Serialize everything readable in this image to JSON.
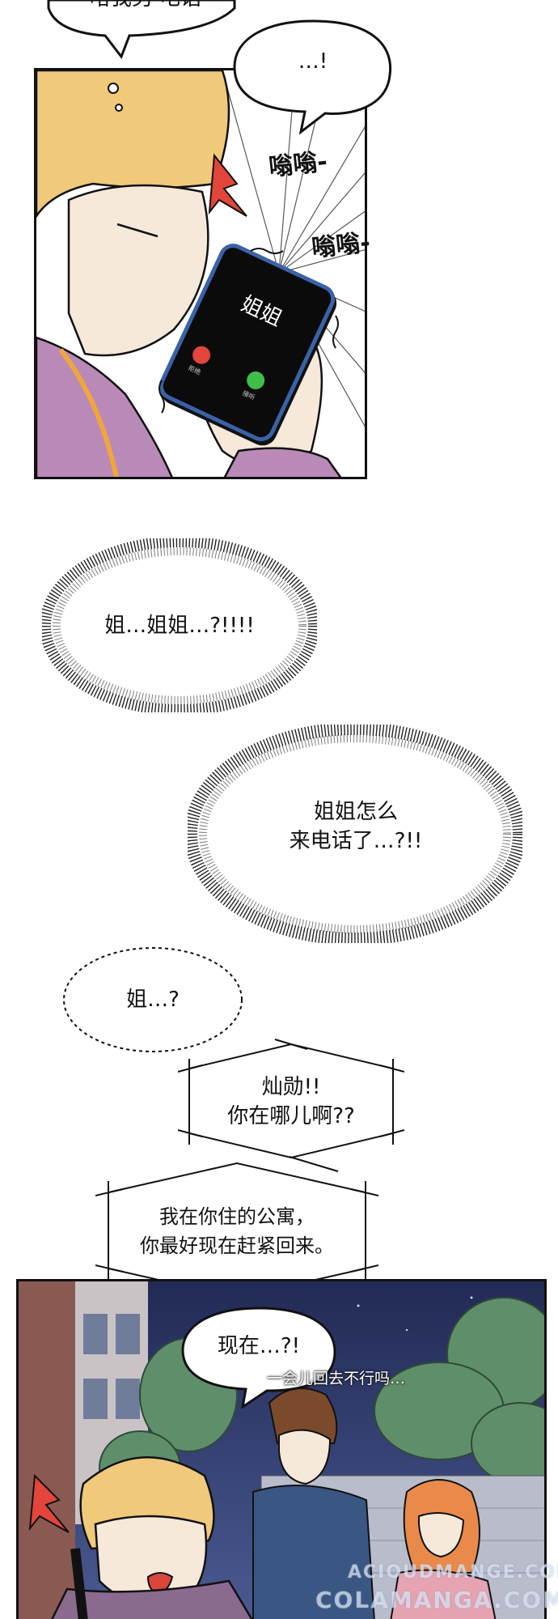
{
  "bubbles": {
    "top_partial": "哈我另 电话",
    "silence": "…!",
    "buzz_1": "嗡嗡-",
    "buzz_2": "嗡嗡-",
    "shout_1": "姐…姐姐…?!!!!",
    "shout_2": "姐姐怎么\n来电话了…?!!",
    "dotted": "姐…?",
    "phone_voice_1": "灿勋!!\n你在哪儿啊??",
    "phone_voice_2": "我在你住的公寓，\n你最好现在赶紧回来。",
    "reply": "现在…?!",
    "mutter": "一会儿回去不行吗…"
  },
  "phone": {
    "caller": "姐姐",
    "decline_label": "拒绝",
    "accept_label": "接听"
  },
  "watermark": {
    "line1": "ACIOUDMANGE.COM",
    "line2": "COLAMANGA.COM"
  },
  "colors": {
    "ink": "#111111",
    "hair": "#f0c97a",
    "hoodie": "#b98ab8",
    "sky": "#2b3565",
    "tree": "#5f8f6a",
    "alert_red": "#e2453a",
    "skin": "#f6e9da"
  }
}
